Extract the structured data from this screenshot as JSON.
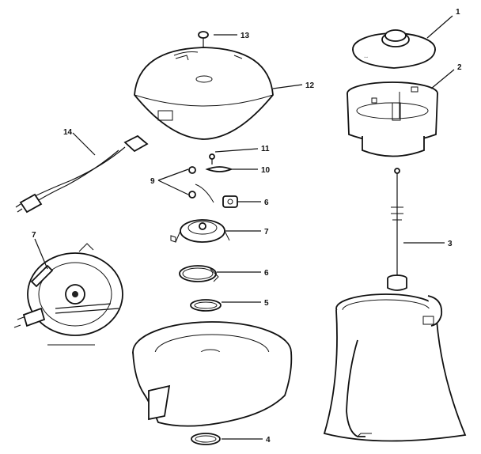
{
  "callouts": [
    {
      "id": "c1",
      "text": "1"
    },
    {
      "id": "c2",
      "text": "2"
    },
    {
      "id": "c3",
      "text": "3"
    },
    {
      "id": "c4",
      "text": "4"
    },
    {
      "id": "c5",
      "text": "5"
    },
    {
      "id": "c6a",
      "text": "6"
    },
    {
      "id": "c6b",
      "text": "6"
    },
    {
      "id": "c7a",
      "text": "7"
    },
    {
      "id": "c7b",
      "text": "7"
    },
    {
      "id": "c9",
      "text": "9"
    },
    {
      "id": "c10",
      "text": "10"
    },
    {
      "id": "c11",
      "text": "11"
    },
    {
      "id": "c12",
      "text": "12"
    },
    {
      "id": "c13",
      "text": "13"
    },
    {
      "id": "c14",
      "text": "14"
    }
  ]
}
